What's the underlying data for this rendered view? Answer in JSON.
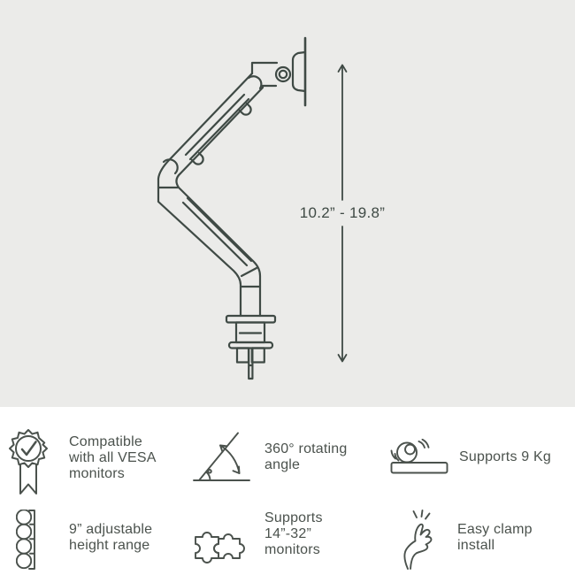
{
  "colors": {
    "top_background": "#ebebe9",
    "bottom_background": "#ffffff",
    "line_art": "#3f4a45",
    "text": "#4b524d"
  },
  "diagram": {
    "subject": "monitor-arm-line-drawing",
    "dimension_label": "10.2” - 19.8”"
  },
  "features": {
    "vesa": {
      "icon": "vesa-badge-icon",
      "lines": [
        "Compatible",
        "with all VESA",
        "monitors"
      ]
    },
    "rotation": {
      "icon": "rotation-angle-icon",
      "lines": [
        "360° rotating",
        "angle"
      ]
    },
    "weight": {
      "icon": "weight-capacity-icon",
      "lines": [
        "Supports 9 Kg"
      ]
    },
    "height": {
      "icon": "height-range-icon",
      "lines": [
        "9” adjustable",
        "height range"
      ]
    },
    "size": {
      "icon": "monitor-size-icon",
      "lines": [
        "Supports",
        "14”-32”",
        "monitors"
      ]
    },
    "clamp": {
      "icon": "clamp-install-icon",
      "lines": [
        "Easy clamp",
        "install"
      ]
    }
  }
}
